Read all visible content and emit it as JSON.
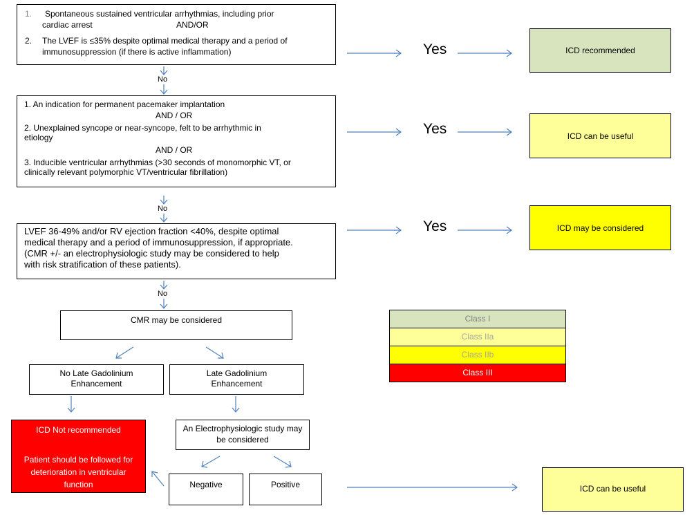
{
  "colors": {
    "class_i": "#d7e4bd",
    "class_iia": "#ffff99",
    "class_iib": "#ffff00",
    "class_iii": "#ff0000",
    "arrow": "#4f81bd"
  },
  "box1": {
    "n1": "1.",
    "line1": "Spontaneous sustained ventricular arrhythmias, including prior",
    "line1b": "cardiac arrest",
    "and_or": "AND/OR",
    "n2": "2.",
    "line2": "The LVEF is ≤35% despite optimal medical therapy and a period of",
    "line2b": "immunosuppression (if there is active inflammation)"
  },
  "box2": {
    "line1": "1. An indication for permanent pacemaker implantation",
    "and_or_1": "AND / OR",
    "line2": "2.  Unexplained syncope or near-syncope, felt to be arrhythmic in",
    "line2b": "etiology",
    "and_or_2": "AND / OR",
    "line3": "3.  Inducible ventricular arrhythmias (>30 seconds of monomorphic VT, or",
    "line3b": "clinically relevant polymorphic VT/ventricular fibrillation)"
  },
  "box3": {
    "line1": "LVEF 36-49% and/or RV ejection fraction <40%, despite optimal",
    "line2": "medical therapy and a period of immunosuppression, if appropriate.",
    "line3": "(CMR +/- an electrophysiologic study may be considered to help",
    "line4": "with risk stratification of these patients)."
  },
  "labels": {
    "yes": "Yes",
    "no": "No"
  },
  "outcomes": {
    "recommended": "ICD recommended",
    "can_be_useful": "ICD can be useful",
    "may_be_considered": "ICD may be considered",
    "can_be_useful_final": "ICD can be useful"
  },
  "cmr": "CMR may be considered",
  "no_lge": "No Late Gadolinium Enhancement",
  "lge": "Late Gadolinium Enhancement",
  "eps": "An Electrophysiologic study may be considered",
  "negative": "Negative",
  "positive": "Positive",
  "not_recommended": {
    "title": "ICD Not recommended",
    "body": "Patient should be followed for deterioration in ventricular function"
  },
  "legend": [
    "Class I",
    "Class IIa",
    "Class IIb",
    "Class III"
  ]
}
